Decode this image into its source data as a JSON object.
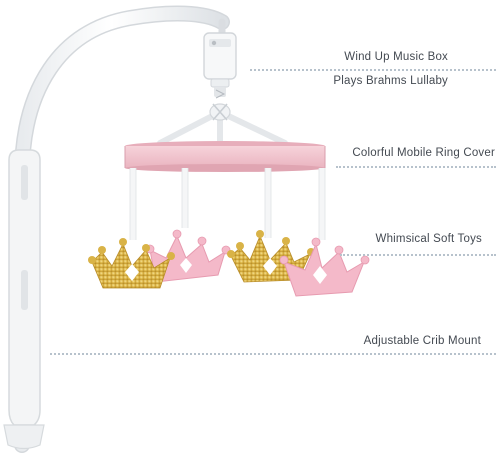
{
  "callouts": [
    {
      "id": "music-box",
      "lines": [
        "Wind Up Music Box",
        "Plays Brahms Lullaby"
      ]
    },
    {
      "id": "ring-cover",
      "lines": [
        "Colorful Mobile Ring Cover"
      ]
    },
    {
      "id": "soft-toys",
      "lines": [
        "Whimsical Soft Toys"
      ]
    },
    {
      "id": "crib-mount",
      "lines": [
        "Adjustable Crib Mount"
      ]
    }
  ],
  "colors": {
    "arm_white": "#ffffff",
    "arm_shadow": "#d9dde1",
    "ring_pink": "#f2c6cf",
    "crown_gold": "#d9b347",
    "crown_pink": "#f4b9c9",
    "gem_white": "#ffffff",
    "dots": "#b7c2cc",
    "text": "#444a52"
  },
  "icons": [
    "music-box-icon",
    "crown-gold-icon",
    "crown-pink-icon"
  ]
}
